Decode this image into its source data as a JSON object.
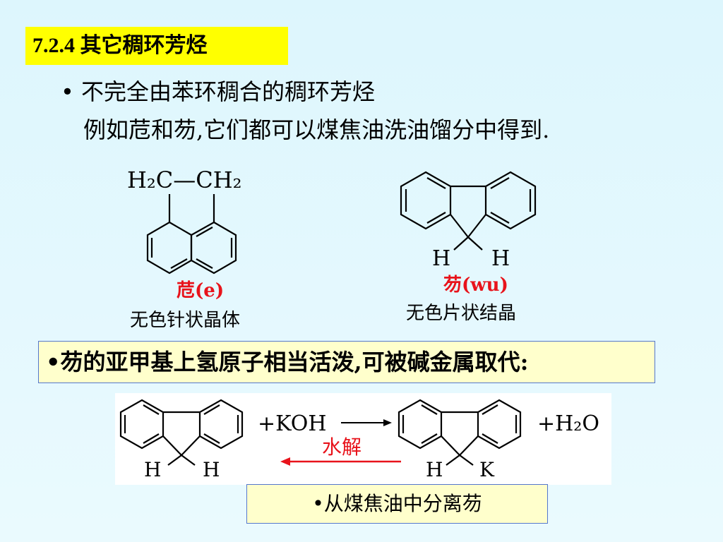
{
  "title": "7.2.4 其它稠环芳烃",
  "bullet1": "• 不完全由苯环稠合的稠环芳烃",
  "bullet1_sub": "例如苊和芴,它们都可以煤焦油洗油馏分中得到.",
  "acenaphthene": {
    "top_label": "H₂C—CH₂",
    "name": "苊(e)",
    "desc": "无色针状晶体"
  },
  "fluorene": {
    "h_left": "H",
    "h_right": "H",
    "name": "芴(wu)",
    "desc": "无色片状结晶"
  },
  "note": "•芴的亚甲基上氢原子相当活泼,可被碱金属取代:",
  "reaction": {
    "reactant_h_left": "H",
    "reactant_h_right": "H",
    "reagent": "+KOH",
    "product_h": "H",
    "product_k": "K",
    "byproduct": "+H₂O",
    "reverse_label": "水解"
  },
  "bottom_note": "•从煤焦油中分离芴",
  "colors": {
    "title_bg": "#ffff00",
    "note_bg": "#ffffcc",
    "red": "#e8131b",
    "box_border": "#5577cc"
  }
}
